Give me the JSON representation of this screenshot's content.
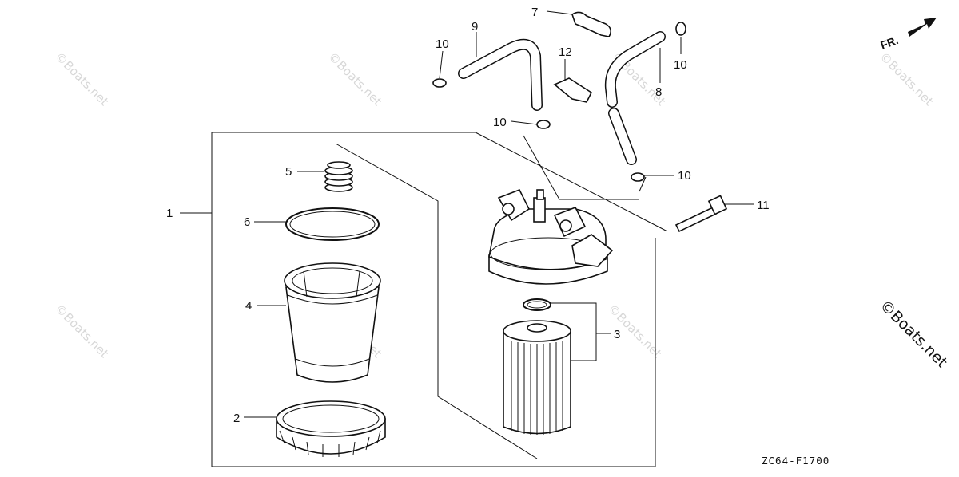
{
  "diagram": {
    "drawing_code": "ZC64-F1700",
    "direction_label": "FR.",
    "watermark": "©Boats.net",
    "callouts": {
      "c1": "1",
      "c2": "2",
      "c3": "3",
      "c4": "4",
      "c5": "5",
      "c6": "6",
      "c7": "7",
      "c8": "8",
      "c9": "9",
      "c10a": "10",
      "c10b": "10",
      "c10c": "10",
      "c10d": "10",
      "c11": "11",
      "c12": "12"
    }
  }
}
